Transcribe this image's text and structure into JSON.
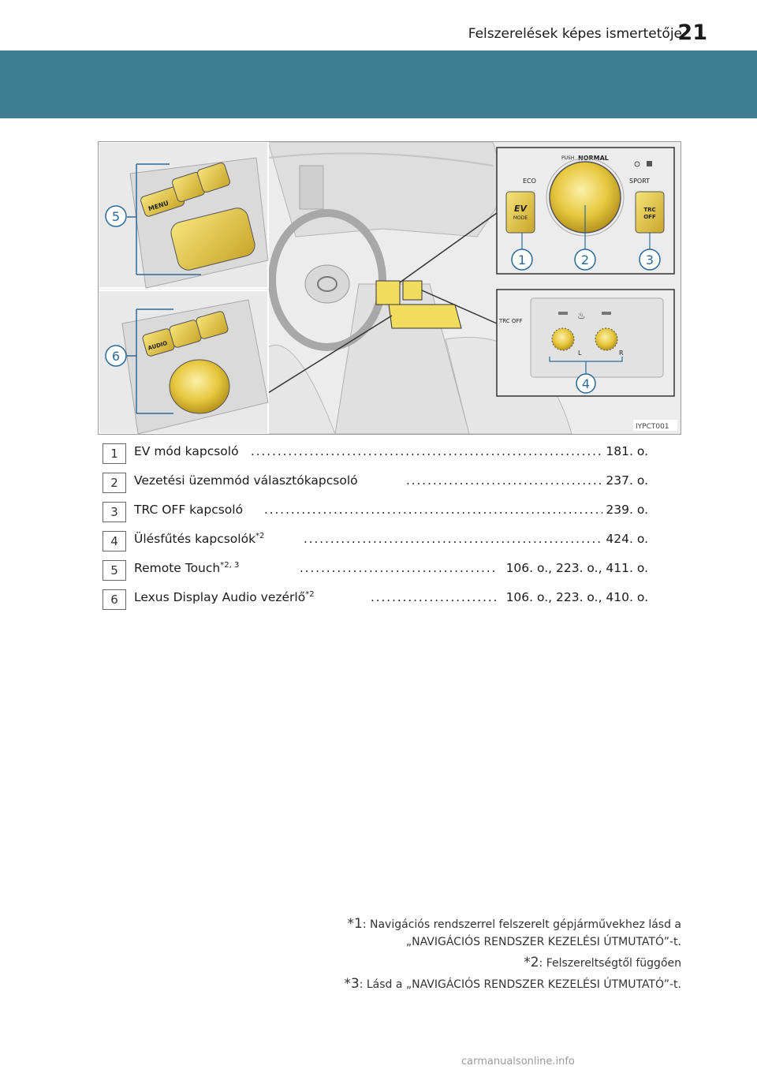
{
  "header": {
    "section_title": "Felszerelések képes ismertetője",
    "page_number": "21"
  },
  "figure": {
    "code": "IYPCT001",
    "callouts": [
      "1",
      "2",
      "3",
      "4",
      "5",
      "6"
    ],
    "inset_top_labels": {
      "push": "PUSH",
      "normal": "NORMAL",
      "eco": "ECO",
      "sport": "SPORT",
      "ev": "EV",
      "ev_mode": "MODE",
      "trc": "TRC",
      "off": "OFF"
    },
    "inset_bottom_labels": {
      "trc_off": "TRC OFF",
      "left": "L",
      "right": "R"
    },
    "remote_labels": {
      "menu": "MENU",
      "audio": "AUDIO"
    }
  },
  "items": [
    {
      "num": "1",
      "label": "EV mód kapcsoló",
      "sup": "",
      "page": "181. o."
    },
    {
      "num": "2",
      "label": "Vezetési üzemmód választókapcsoló",
      "sup": "",
      "page": "237. o."
    },
    {
      "num": "3",
      "label": "TRC OFF kapcsoló",
      "sup": "",
      "page": "239. o."
    },
    {
      "num": "4",
      "label": "Ülésfűtés kapcsolók",
      "sup": "*2",
      "page": "424. o."
    },
    {
      "num": "5",
      "label": "Remote Touch",
      "sup": "*2, 3",
      "page": "106. o., 223. o., 411. o."
    },
    {
      "num": "6",
      "label": "Lexus Display Audio vezérlő",
      "sup": "*2",
      "page": "106. o., 223. o., 410. o."
    }
  ],
  "footnotes": [
    {
      "mark": "*1",
      "line1": ": Navigációs rendszerrel felszerelt gépjárművekhez lásd a",
      "line2": "„NAVIGÁCIÓS RENDSZER KEZELÉSI ÚTMUTATÓ”-t."
    },
    {
      "mark": "*2",
      "line1": ": Felszereltségtől függően",
      "line2": ""
    },
    {
      "mark": "*3",
      "line1": ": Lásd a „NAVIGÁCIÓS RENDSZER KEZELÉSI ÚTMUTATÓ”-t.",
      "line2": ""
    }
  ],
  "watermark": "carmanualsonline.info",
  "colors": {
    "band": "#3d7d8f",
    "highlight": "#f2dc5d"
  }
}
